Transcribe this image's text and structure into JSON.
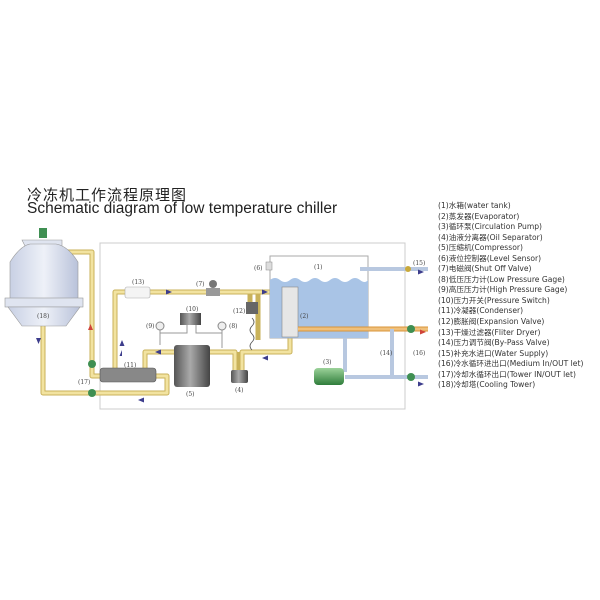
{
  "title": {
    "chinese": "冷冻机工作流程原理图",
    "english": "Schematic diagram of low temperature chiller"
  },
  "legend": [
    "(1)水箱(water tank)",
    "(2)蒸发器(Evaporator)",
    "(3)循环泵(Circulation Pump)",
    "(4)油液分离器(Oil Separator)",
    "(5)压缩机(Compressor)",
    "(6)液位控制器(Level Sensor)",
    "(7)电磁阀(Shut Off Valve)",
    "(8)低压压力计(Low Pressure Gage)",
    "(9)高压压力计(High Pressure Gage)",
    "(10)压力开关(Pressure Switch)",
    "(11)冷凝器(Condenser)",
    "(12)膨胀阀(Expansion Valve)",
    "(13)干燥过滤器(Fliter Dryer)",
    "(14)压力调节阀(By-Pass Valve)",
    "(15)补充水进口(Water Supply)",
    "(16)冷水循环进出口(Medium In/OUT let)",
    "(17)冷却水循环出口(Tower IN/OUT let)",
    "(18)冷却塔(Cooling Tower)"
  ],
  "labels": {
    "tank": "(1)",
    "evaporator": "(2)",
    "pump": "(3)",
    "oil_separator": "(4)",
    "compressor": "(5)",
    "level_sensor": "(6)",
    "shut_off_valve": "(7)",
    "low_gage": "(8)",
    "high_gage": "(9)",
    "pressure_switch": "(10)",
    "condenser": "(11)",
    "expansion_valve": "(12)",
    "filter_dryer": "(13)",
    "bypass_valve": "(14)",
    "water_supply": "(15)",
    "medium_inout": "(16)",
    "tower_inout": "(17)",
    "cooling_tower": "(18)"
  },
  "colors": {
    "pipe": "#ecd98a",
    "hot_pipe": "#e9b35a",
    "water": "#a9c4e6",
    "valve": "#3f8f52",
    "arrow": "#3d3d8c"
  }
}
